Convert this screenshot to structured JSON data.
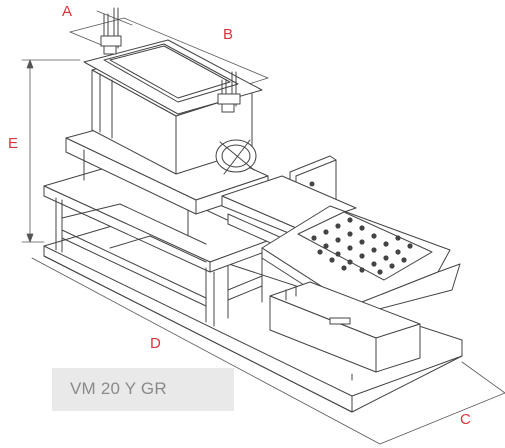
{
  "dimension_labels": {
    "a": "A",
    "b": "B",
    "c": "C",
    "d": "D",
    "e": "E"
  },
  "model": {
    "name": "VM 20 Y GR"
  },
  "colors": {
    "line": "#444444",
    "dimension_line": "#555555",
    "label": "#d9343c",
    "model_box": "#e9e9e9",
    "model_text": "#8a8a8a"
  }
}
